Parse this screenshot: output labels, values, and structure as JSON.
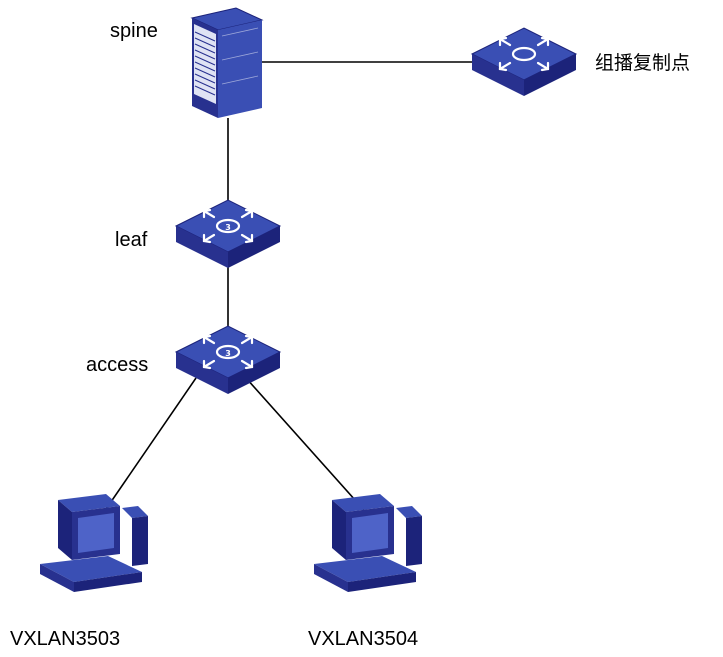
{
  "nodes": {
    "spine": {
      "label": "spine",
      "icon": "server-icon"
    },
    "multicast": {
      "label": "组播复制点",
      "icon": "switch-icon"
    },
    "leaf": {
      "label": "leaf",
      "icon": "l3-switch-icon"
    },
    "access": {
      "label": "access",
      "icon": "l3-switch-icon"
    },
    "pc1": {
      "label": "VXLAN3503",
      "icon": "pc-icon"
    },
    "pc2": {
      "label": "VXLAN3504",
      "icon": "pc-icon"
    }
  },
  "links": [
    {
      "from": "spine",
      "to": "multicast"
    },
    {
      "from": "spine",
      "to": "leaf"
    },
    {
      "from": "leaf",
      "to": "access"
    },
    {
      "from": "access",
      "to": "pc1"
    },
    {
      "from": "access",
      "to": "pc2"
    }
  ],
  "colors": {
    "device_top": "#3a4fb4",
    "device_side": "#1c237a",
    "device_front": "#28318f",
    "link": "#000000",
    "label": "#000000"
  }
}
